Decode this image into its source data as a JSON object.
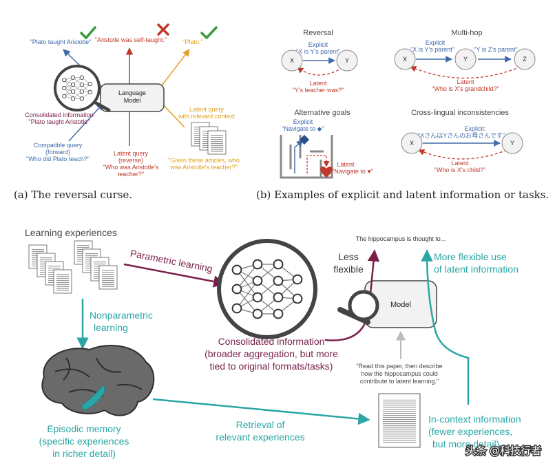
{
  "colors": {
    "blue": "#3f6aa8",
    "purple": "#7a1f4a",
    "red": "#c0392b",
    "orange": "#e0a020",
    "teal": "#2aa6a6",
    "green": "#3a9a3a",
    "gray": "#6b6b6b"
  },
  "panel_a": {
    "caption": "(a) The reversal curse.",
    "model_label": [
      "Language",
      "Model"
    ],
    "answers": {
      "plato": "\"Plato taught Aristotle\"",
      "self": "\"Aristotle was self-taught.\"",
      "plato_only": "\"Plato.\""
    },
    "consolidated": [
      "Consolidated information",
      "\"Plato taught Aristotle\""
    ],
    "compatible": [
      "Compatible query",
      "(forward)",
      "\"Who did Plato teach?\""
    ],
    "latent_reverse": [
      "Latent query",
      "(reverse)",
      "\"Who was Aristotle's",
      "teacher?\""
    ],
    "latent_context_label": [
      "Latent query",
      "with relevant context"
    ],
    "latent_context_query": [
      "\"Given these articles, who",
      "was Aristotle's teacher?\""
    ]
  },
  "panel_b": {
    "caption": "(b) Examples of explicit and latent information or tasks.",
    "reversal": {
      "title": "Reversal",
      "explicit_word": "Explicit",
      "explicit": "\"X is Y's parent\"",
      "latent_word": "Latent",
      "latent": "\"Y's teacher was?\"",
      "node_x": "X",
      "node_y": "Y"
    },
    "multihop": {
      "title": "Multi-hop",
      "explicit_word": "Explicit",
      "explicit_1": "\"X is Y's parent\"",
      "explicit_2": "\"Y is Z's parent\"",
      "latent_word": "Latent",
      "latent": "\"Who is X's grandchild?\"",
      "node_x": "X",
      "node_y": "Y",
      "node_z": "Z"
    },
    "goals": {
      "title": "Alternative goals",
      "explicit_word": "Explicit",
      "explicit": "\"Navigate to ◆\"",
      "latent_word": "Latent",
      "latent": "\"Navigate to ♥\""
    },
    "crosslingual": {
      "title": "Cross-lingual inconsistencies",
      "explicit_word": "Explicit:",
      "explicit": "\"XさんはYさんのお母さんです\"",
      "latent_word": "Latent",
      "latent": "\"Who is X's child?\"",
      "node_x": "X",
      "node_y": "Y"
    }
  },
  "bottom": {
    "learning_experiences": "Learning experiences",
    "parametric": "Parametric learning",
    "nonparametric": [
      "Nonparametric",
      "learning"
    ],
    "model": "Model",
    "prompt_top": "The hippocampus is thought to...",
    "less_flexible": [
      "Less",
      "flexible"
    ],
    "more_flexible": [
      "More flexible use",
      "of latent information"
    ],
    "consolidated": [
      "Consolidated information",
      "(broader aggregation, but more",
      "tied to original formats/tasks)"
    ],
    "read_prompt": [
      "\"Read this paper, then describe",
      "how the hippocampus could",
      "contribute to latent learning.\""
    ],
    "episodic": [
      "Episodic memory",
      "(specific experiences",
      "in richer detail)"
    ],
    "retrieval": [
      "Retrieval of",
      "relevant experiences"
    ],
    "incontext": [
      "In-context information",
      "(fewer experiences,",
      "but more detail)"
    ]
  },
  "watermark": "头条 @科技行者"
}
